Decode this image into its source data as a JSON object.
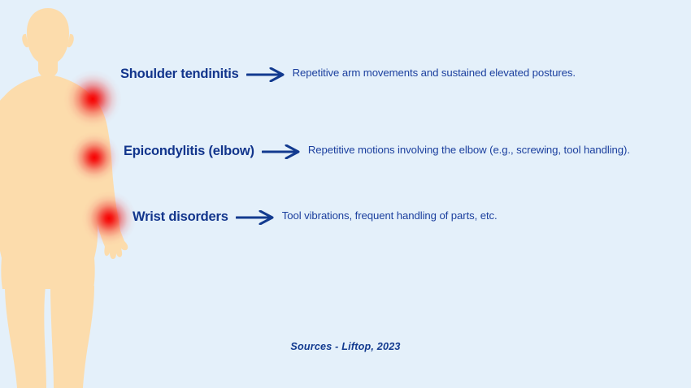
{
  "theme": {
    "background_color": "#e4f0fa",
    "body_color": "#fcdcac",
    "heading_color": "#12358c",
    "description_color": "#1b3f9e",
    "marker_color": "#f80000",
    "arrow_color": "#123a8f"
  },
  "figure": {
    "alt": "Human body silhouette front view",
    "markers": [
      {
        "name": "shoulder",
        "label": "shoulder pain marker"
      },
      {
        "name": "elbow",
        "label": "elbow pain marker"
      },
      {
        "name": "wrist",
        "label": "wrist pain marker"
      }
    ]
  },
  "rows": [
    {
      "label": "Shoulder tendinitis",
      "arrow": "arrow-right-icon",
      "description": "Repetitive arm movements and sustained elevated postures."
    },
    {
      "label": "Epicondylitis (elbow)",
      "arrow": "arrow-right-icon",
      "description": "Repetitive motions involving the elbow (e.g., screwing, tool handling)."
    },
    {
      "label": "Wrist disorders",
      "arrow": "arrow-right-icon",
      "description": "Tool vibrations, frequent handling of parts, etc."
    }
  ],
  "source": {
    "text": "Sources - Liftop, 2023"
  }
}
